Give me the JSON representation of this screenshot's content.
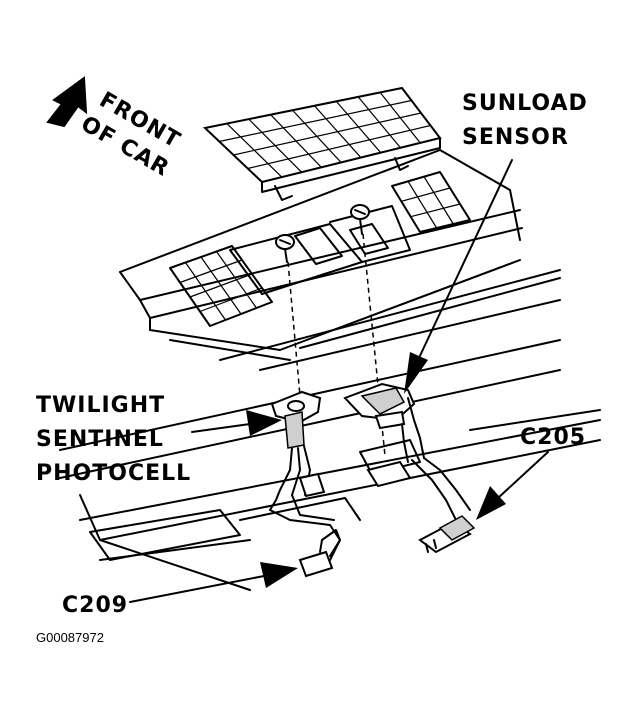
{
  "labels": {
    "front_line1": "FRONT",
    "front_line2": "OF CAR",
    "sunload_line1": "SUNLOAD",
    "sunload_line2": "SENSOR",
    "twilight_line1": "TWILIGHT",
    "twilight_line2": "SENTINEL",
    "twilight_line3": "PHOTOCELL",
    "c205": "C205",
    "c209": "C209"
  },
  "figure_id": "G00087972"
}
